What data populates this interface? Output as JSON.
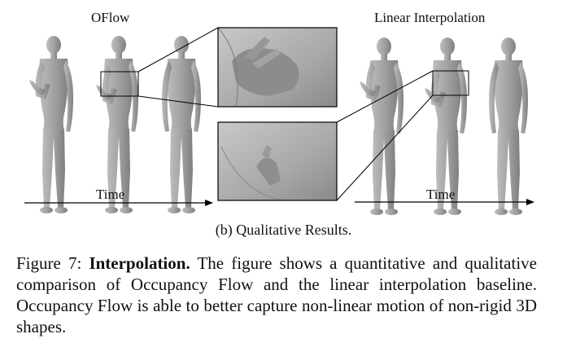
{
  "panel": {
    "left_label": "OFlow",
    "right_label": "Linear Interpolation",
    "left_axis_label": "Time",
    "right_axis_label": "Time"
  },
  "subcaption": "(b) Qualitative Results.",
  "caption": {
    "prefix": "Figure 7: ",
    "bold": "Interpolation.",
    "text": " The figure shows a quantitative and qualitative comparison of Occupancy Flow and the linear interpolation baseline. Occupancy Flow is able to better capture non-linear motion of non-rigid 3D shapes."
  },
  "colors": {
    "body_gray": "#9d9d9d",
    "frame": "#000000"
  }
}
